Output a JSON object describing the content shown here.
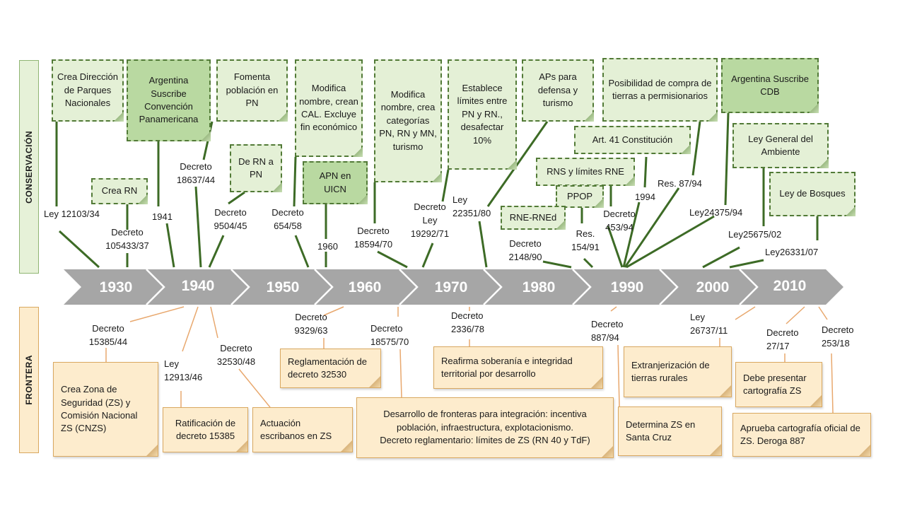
{
  "sections": {
    "top": "CONSERVACIÓN",
    "bottom": "FRONTERA"
  },
  "timeline": {
    "decades": [
      "1930",
      "1940",
      "1950",
      "1960",
      "1970",
      "1980",
      "1990",
      "2000",
      "2010"
    ],
    "colors": {
      "arrow": "#a6a6a6",
      "conservation_line": "#3d6b26",
      "frontier_line": "#e8a86e",
      "green_note": "#e4f0d6",
      "green_note_dark": "#b9d9a1",
      "orange_note": "#fdeccd"
    }
  },
  "conservacion": {
    "notes": [
      "Crea Dirección de Parques Nacionales",
      "Argentina Suscribe Convención Panamericana",
      "Fomenta población en PN",
      "Modifica nombre, crean CAL. Excluye fin económico",
      "Modifica nombre, crea categorías PN, RN y MN, turismo",
      "Establece límites entre PN y RN., desafectar 10%",
      "APs para defensa y turismo",
      "Posibilidad de compra de tierras a permisionarios",
      "Argentina Suscribe CDB",
      "Crea RN",
      "De RN a PN",
      "APN en UICN",
      "Art. 41 Constitución",
      "RNS y límites RNE",
      "PPOP",
      "RNE-RNEd",
      "Ley General del Ambiente",
      "Ley de Bosques"
    ],
    "labels": [
      "Ley 12103/34",
      "Decreto 105433/37",
      "1941",
      "Decreto 18637/44",
      "Decreto 9504/45",
      "Decreto 654/58",
      "1960",
      "Decreto 18594/70",
      "Decreto Ley 19292/71",
      "Ley 22351/80",
      "Decreto 2148/90",
      "Res. 154/91",
      "Decreto 453/94",
      "1994",
      "Res. 87/94",
      "Ley24375/94",
      "Ley25675/02",
      "Ley26331/07"
    ]
  },
  "frontera": {
    "notes": [
      "Crea Zona de Seguridad (ZS) y Comisión Nacional ZS (CNZS)",
      "Ratificación de decreto 15385",
      "Actuación escribanos en ZS",
      "Reglamentación de decreto 32530",
      "Desarrollo de fronteras para integración: incentiva población, infraestructura, explotacionismo.",
      "Decreto reglamentario: límites de ZS (RN 40 y TdF)",
      "Reafirma soberanía e integridad territorial por desarrollo",
      "Determina ZS en Santa Cruz",
      "Extranjerización de tierras rurales",
      "Debe presentar cartografía ZS",
      "Aprueba cartografía oficial de ZS. Deroga 887"
    ],
    "labels": [
      "Decreto 15385/44",
      "Ley 12913/46",
      "Decreto 32530/48",
      "Decreto 9329/63",
      "Decreto 18575/70",
      "Decreto 2336/78",
      "Decreto 887/94",
      "Ley 26737/11",
      "Decreto 27/17",
      "Decreto 253/18"
    ]
  }
}
